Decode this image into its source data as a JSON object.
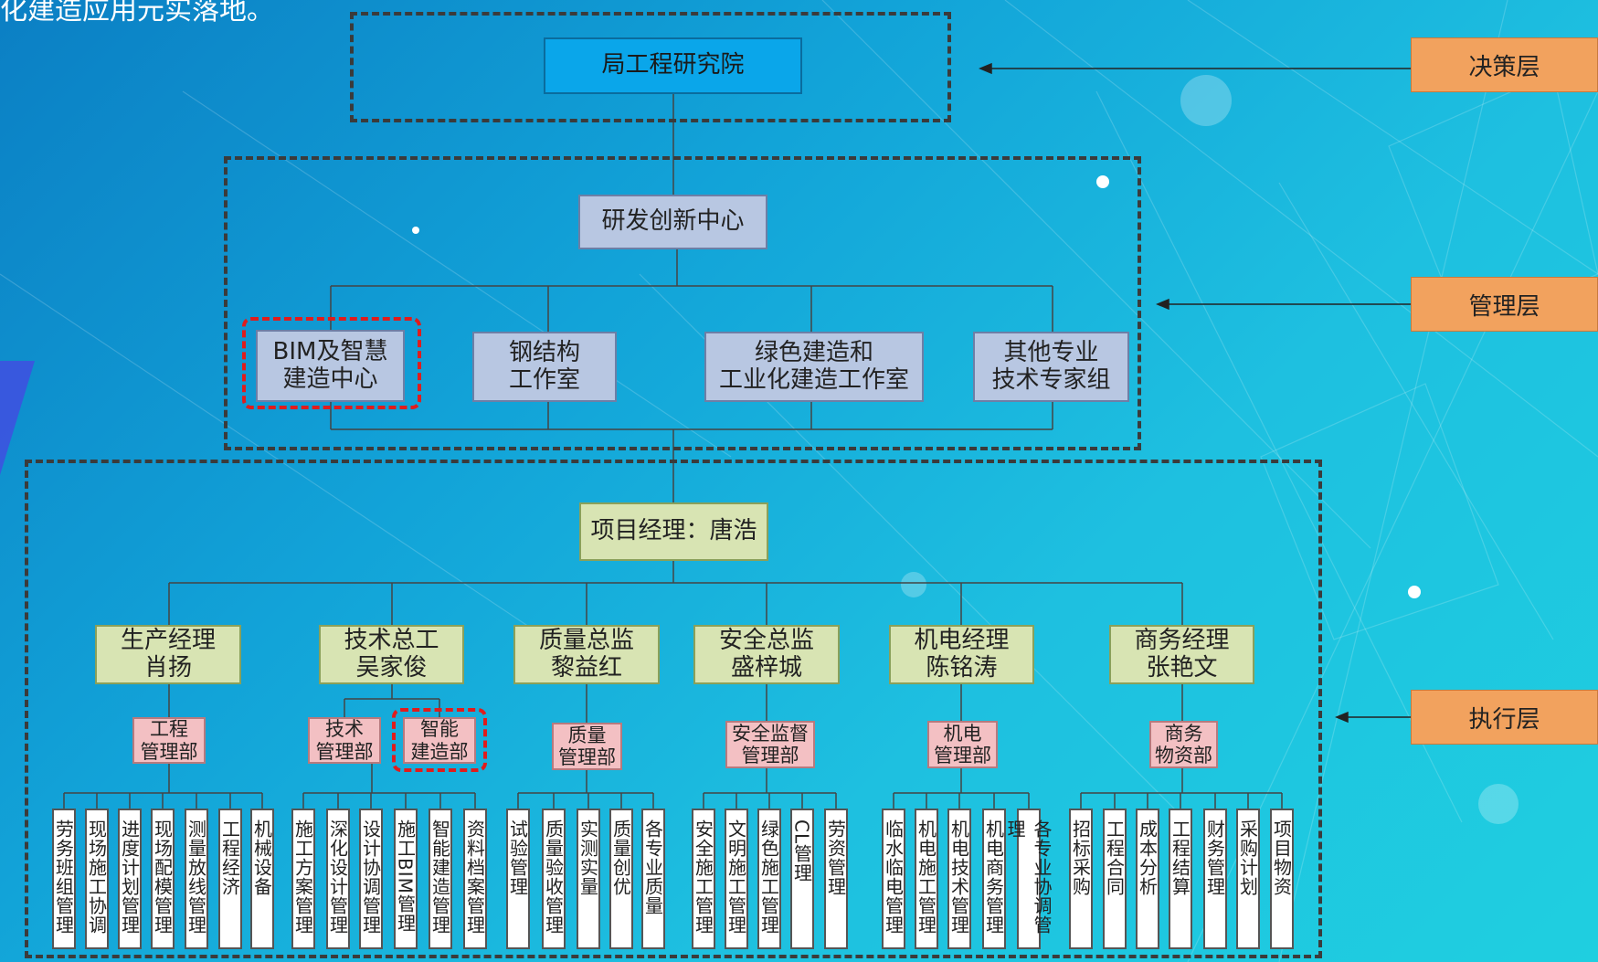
{
  "header_fragment": "化建造应用元实落地。",
  "top": {
    "name": "局工程研究院"
  },
  "center": {
    "name": "研发创新中心"
  },
  "mgmt_units": [
    {
      "name": "BIM及智慧\n建造中心"
    },
    {
      "name": "钢结构\n工作室"
    },
    {
      "name": "绿色建造和\n工业化建造工作室"
    },
    {
      "name": "其他专业\n技术专家组"
    }
  ],
  "pm": {
    "name": "项目经理：唐浩"
  },
  "managers": [
    {
      "name": "生产经理\n肖扬"
    },
    {
      "name": "技术总工\n吴家俊"
    },
    {
      "name": "质量总监\n黎益红"
    },
    {
      "name": "安全总监\n盛梓城"
    },
    {
      "name": "机电经理\n陈铭涛"
    },
    {
      "name": "商务经理\n张艳文"
    }
  ],
  "departments": [
    {
      "name": "工程\n管理部"
    },
    {
      "name": "技术\n管理部"
    },
    {
      "name": "智能\n建造部"
    },
    {
      "name": "质量\n管理部"
    },
    {
      "name": "安全监督\n管理部"
    },
    {
      "name": "机电\n管理部"
    },
    {
      "name": "商务\n物资部"
    }
  ],
  "tasks": [
    [
      "劳务班组管理",
      "现场施工协调",
      "进度计划管理",
      "现场配模管理",
      "测量放线管理",
      "工程经济",
      "机械设备"
    ],
    [
      "施工方案管理",
      "深化设计管理",
      "设计协调管理",
      "施工BIM管理",
      "智能建造管理",
      "资料档案管理"
    ],
    [
      "试验管理",
      "质量验收管理",
      "实测实量",
      "质量创优",
      "各专业质量"
    ],
    [
      "安全施工管理",
      "文明施工管理",
      "绿色施工管理",
      "CL管理",
      "劳资管理"
    ],
    [
      "临水临电管理",
      "机电施工管理",
      "机电技术管理",
      "机电商务管理",
      "各专业协调管理"
    ],
    [
      "招标采购",
      "工程合同",
      "成本分析",
      "工程结算",
      "财务管理",
      "采购计划",
      "项目物资"
    ]
  ],
  "layers": [
    {
      "name": "决策层"
    },
    {
      "name": "管理层"
    },
    {
      "name": "执行层"
    }
  ]
}
